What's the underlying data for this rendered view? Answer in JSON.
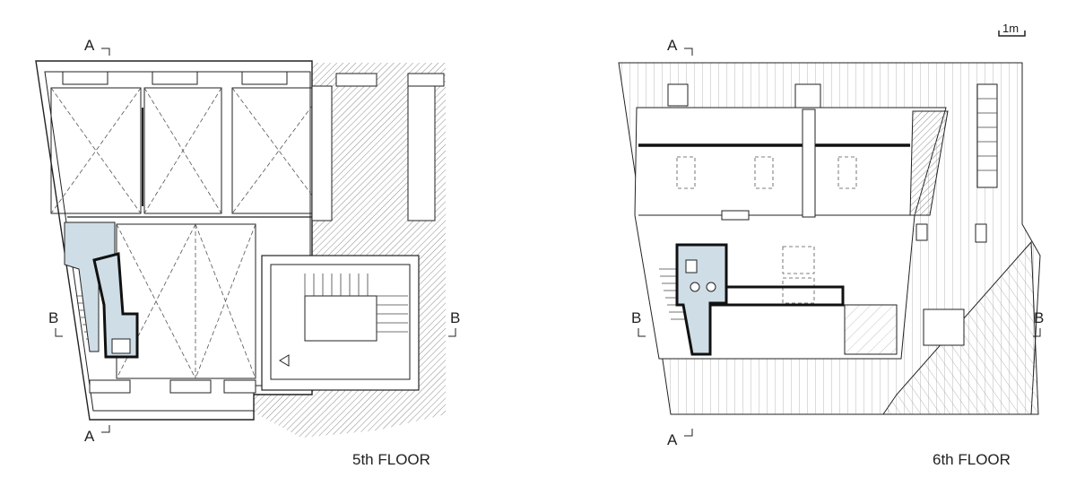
{
  "plan_5th": {
    "title": "5th FLOOR",
    "section_a_label": "A",
    "section_b_label": "B"
  },
  "plan_6th": {
    "title": "6th FLOOR",
    "section_a_label": "A",
    "section_b_label": "B"
  },
  "scale_bar": {
    "label": "1m"
  },
  "colors": {
    "line": "#222222",
    "wet_room_fill": "#cfdde6",
    "hatch": "#9a9a9a"
  }
}
